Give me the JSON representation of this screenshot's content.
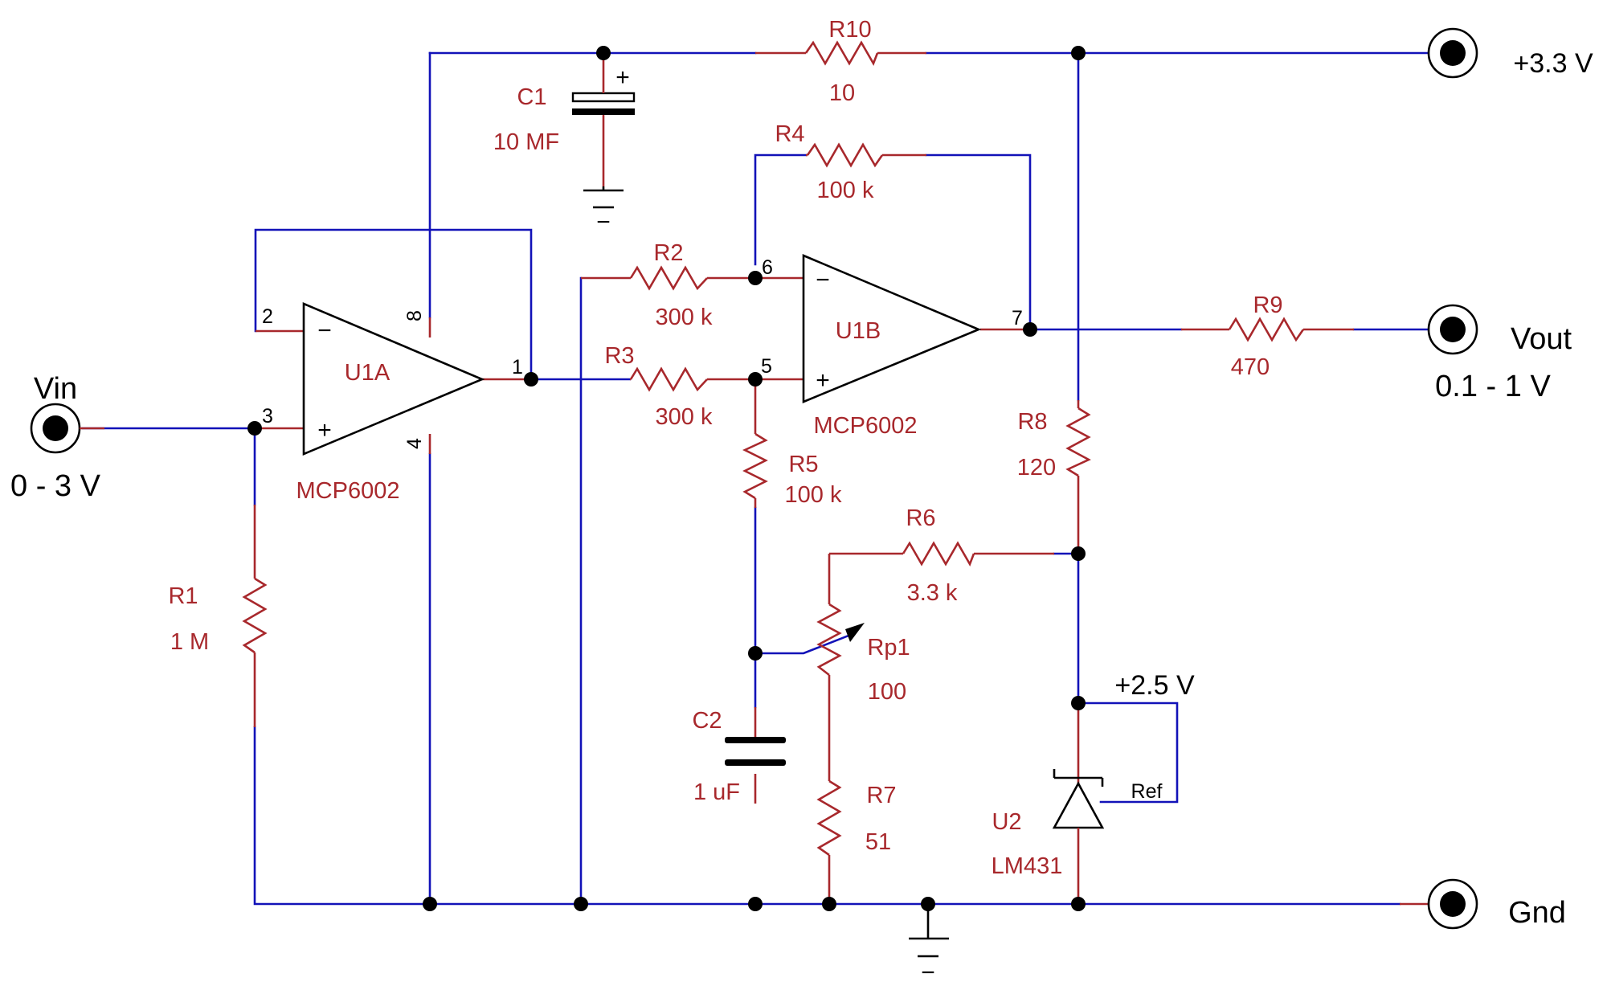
{
  "components": {
    "r1": {
      "ref": "R1",
      "value": "1 M"
    },
    "r2": {
      "ref": "R2",
      "value": "300 k"
    },
    "r3": {
      "ref": "R3",
      "value": "300 k"
    },
    "r4": {
      "ref": "R4",
      "value": "100 k"
    },
    "r5": {
      "ref": "R5",
      "value": "100 k"
    },
    "r6": {
      "ref": "R6",
      "value": "3.3 k"
    },
    "r7": {
      "ref": "R7",
      "value": "51"
    },
    "r8": {
      "ref": "R8",
      "value": "120"
    },
    "r9": {
      "ref": "R9",
      "value": "470"
    },
    "r10": {
      "ref": "R10",
      "value": "10"
    },
    "rp1": {
      "ref": "Rp1",
      "value": "100"
    },
    "c1": {
      "ref": "C1",
      "value": "10 MF",
      "polarity": "+"
    },
    "c2": {
      "ref": "C2",
      "value": "1 uF"
    },
    "u1a": {
      "ref": "U1A",
      "part": "MCP6002",
      "inv": "−",
      "noninv": "+"
    },
    "u1b": {
      "ref": "U1B",
      "part": "MCP6002",
      "inv": "−",
      "noninv": "+"
    },
    "u2": {
      "ref": "U2",
      "part": "LM431",
      "ref_pin": "Ref"
    }
  },
  "pins": {
    "p1": "1",
    "p2": "2",
    "p3": "3",
    "p4": "4",
    "p5": "5",
    "p6": "6",
    "p7": "7",
    "p8": "8"
  },
  "terminals": {
    "vin": {
      "name": "Vin",
      "range": "0 - 3 V"
    },
    "vcc": {
      "name": "+3.3 V"
    },
    "vout": {
      "name": "Vout",
      "range": "0.1 - 1 V"
    },
    "gnd": {
      "name": "Gnd"
    }
  },
  "nets": {
    "vref": "+2.5 V",
    "ground_mark": "−"
  },
  "colors": {
    "wire": "#1212b8",
    "component": "#a8282c",
    "node": "#000000"
  }
}
